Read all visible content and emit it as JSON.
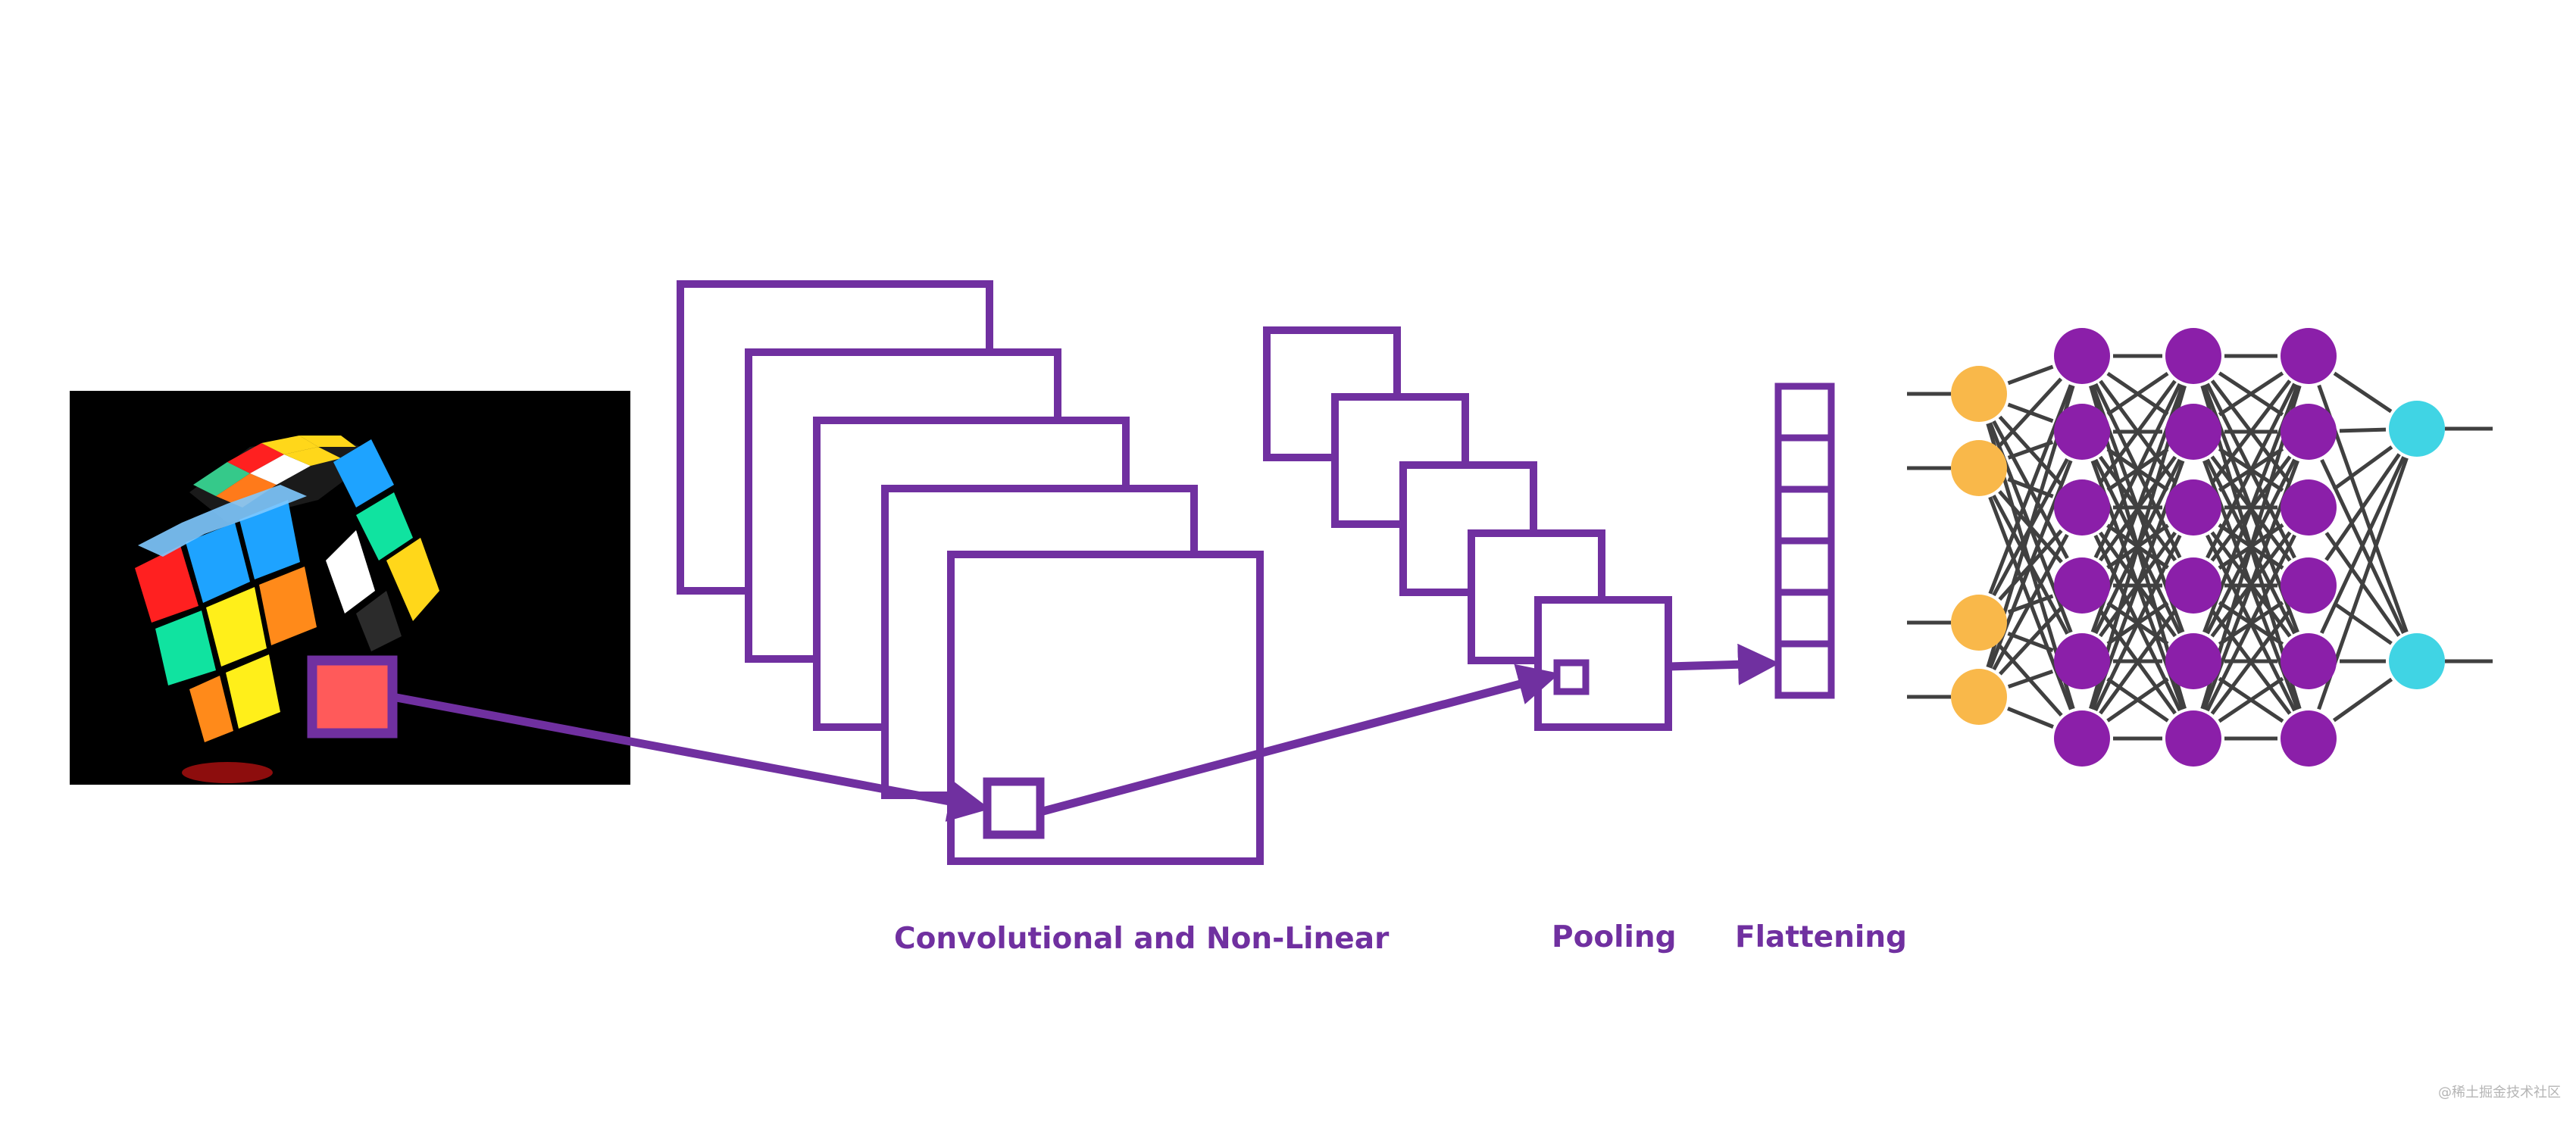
{
  "labels": {
    "conv": "Convolutional and Non-Linear",
    "pooling": "Pooling",
    "flattening": "Flattening"
  },
  "watermark": "@稀土掘金技术社区",
  "colors": {
    "purple": "#7030A0",
    "neuron_purple": "#8B1FA9",
    "neuron_orange": "#F9B84A",
    "neuron_cyan": "#40D4E4",
    "edge": "#404040",
    "photo_bg": "#000000"
  },
  "network": {
    "layers": [
      {
        "role": "input",
        "count": 4,
        "color": "orange"
      },
      {
        "role": "hidden",
        "count": 6,
        "color": "purple"
      },
      {
        "role": "hidden",
        "count": 6,
        "color": "purple"
      },
      {
        "role": "hidden",
        "count": 6,
        "color": "purple"
      },
      {
        "role": "output",
        "count": 2,
        "color": "cyan"
      }
    ]
  },
  "icons": {
    "photo": "rubiks-cube-photo"
  }
}
